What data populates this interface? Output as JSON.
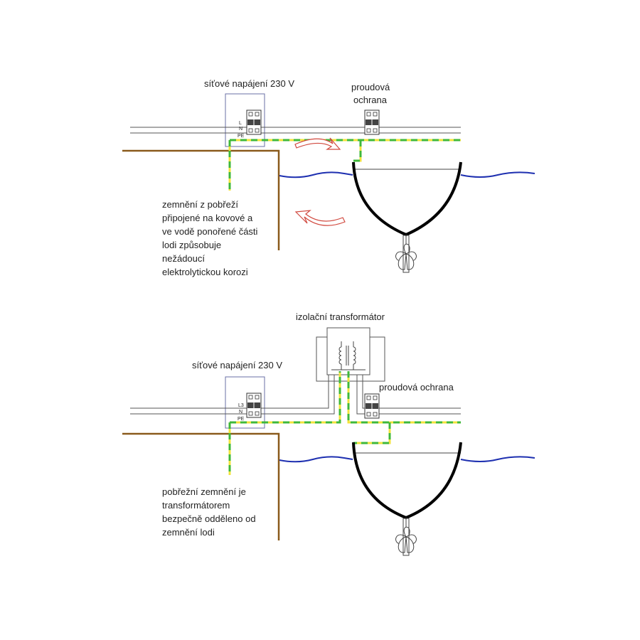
{
  "top": {
    "supply_label": "síťové napájení 230  V",
    "rcd_label_line1": "proudová",
    "rcd_label_line2": "ochrana",
    "terminals": [
      "L",
      "N",
      "PE"
    ],
    "note_lines": [
      "zemnění z pobřeží",
      "připojené na kovové a",
      "ve vodě ponořené části",
      "lodi způsobuje",
      "nežádoucí",
      "elektrolytickou korozi"
    ]
  },
  "bottom": {
    "transformer_label": "izolační transformátor",
    "supply_label": "síťové napájení 230  V",
    "rcd_label": "proudová ochrana",
    "terminals": [
      "L3",
      "N",
      "PE"
    ],
    "note_lines": [
      "pobřežní zemnění je",
      "transformátorem",
      "bezpečně odděleno od",
      "zemnění lodi"
    ]
  },
  "colors": {
    "pe_green": "#3fb83a",
    "pe_yellow": "#f2e33c",
    "water": "#1d2fb0",
    "shore": "#8a5a1c",
    "arrow": "#d1493f"
  }
}
